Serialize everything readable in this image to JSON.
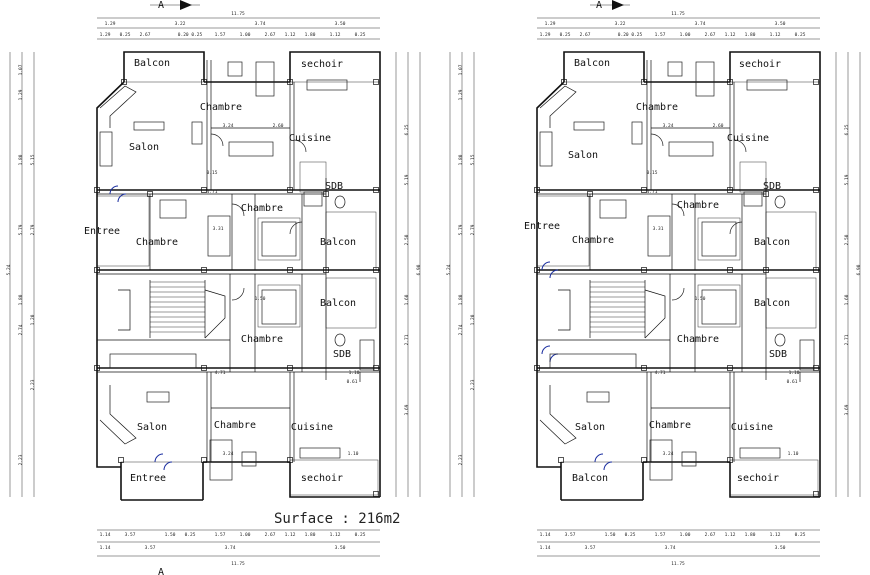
{
  "section_marker": "A",
  "surface_label": "Surface : 216m2",
  "plans": [
    {
      "rooms": [
        {
          "id": "balcon-top",
          "label": "Balcon"
        },
        {
          "id": "chambre-1",
          "label": "Chambre"
        },
        {
          "id": "sechoir-top",
          "label": "sechoir"
        },
        {
          "id": "salon-1",
          "label": "Salon"
        },
        {
          "id": "cuisine-1",
          "label": "Cuisine"
        },
        {
          "id": "sdb-1",
          "label": "SDB"
        },
        {
          "id": "entree-1",
          "label": "Entree"
        },
        {
          "id": "chambre-2",
          "label": "Chambre"
        },
        {
          "id": "chambre-3",
          "label": "Chambre"
        },
        {
          "id": "balcon-mid-1",
          "label": "Balcon"
        },
        {
          "id": "balcon-mid-2",
          "label": "Balcon"
        },
        {
          "id": "chambre-4",
          "label": "Chambre"
        },
        {
          "id": "sdb-2",
          "label": "SDB"
        },
        {
          "id": "salon-2",
          "label": "Salon"
        },
        {
          "id": "chambre-5",
          "label": "Chambre"
        },
        {
          "id": "cuisine-2",
          "label": "Cuisine"
        },
        {
          "id": "entree-2",
          "label": "Entree"
        },
        {
          "id": "sechoir-bottom",
          "label": "sechoir"
        }
      ],
      "top_total": "11.75",
      "top_dims": [
        "1.29",
        "3.22",
        "3.74",
        "3.50"
      ],
      "top_sub_dims": [
        "1.29",
        "0.25",
        "2.67",
        "0.20 0.25",
        "1.57",
        "1.00",
        "2.67",
        "1.12",
        "1.80",
        "1.12",
        "0.25"
      ],
      "bottom_dims": [
        "1.14",
        "3.57",
        "1.50",
        "0.25",
        "1.57",
        "1.00",
        "2.67",
        "1.12",
        "1.80",
        "1.12",
        "0.25"
      ],
      "bottom_sub_dims": [
        "1.14",
        "3.57",
        "3.74",
        "3.50"
      ],
      "bottom_total": "11.75",
      "left_dims": [
        "1.07",
        "1.29",
        "1.80",
        "5.15",
        "5.79",
        "2.79",
        "5.24",
        "1.80",
        "1.20",
        "2.74",
        "2.23",
        "2.23"
      ],
      "right_dims": [
        "6.25",
        "5.19",
        "2.50",
        "1.60",
        "2.71",
        "3.69",
        "6.90"
      ],
      "inner_dims": [
        "3.24",
        "2.60",
        "0.15",
        "4.71",
        "3.31",
        "1.50",
        "3.24",
        "1.10",
        "4.71",
        "1.10",
        "0.61"
      ]
    },
    {
      "rooms": [
        {
          "id": "balcon-top",
          "label": "Balcon"
        },
        {
          "id": "chambre-1",
          "label": "Chambre"
        },
        {
          "id": "sechoir-top",
          "label": "sechoir"
        },
        {
          "id": "salon-1",
          "label": "Salon"
        },
        {
          "id": "cuisine-1",
          "label": "Cuisine"
        },
        {
          "id": "sdb-1",
          "label": "SDB"
        },
        {
          "id": "entree-1",
          "label": "Entree"
        },
        {
          "id": "chambre-2",
          "label": "Chambre"
        },
        {
          "id": "chambre-3",
          "label": "Chambre"
        },
        {
          "id": "balcon-mid-1",
          "label": "Balcon"
        },
        {
          "id": "balcon-mid-2",
          "label": "Balcon"
        },
        {
          "id": "chambre-4",
          "label": "Chambre"
        },
        {
          "id": "sdb-2",
          "label": "SDB"
        },
        {
          "id": "salon-2",
          "label": "Salon"
        },
        {
          "id": "chambre-5",
          "label": "Chambre"
        },
        {
          "id": "cuisine-2",
          "label": "Cuisine"
        },
        {
          "id": "balcon-bottom",
          "label": "Balcon"
        },
        {
          "id": "sechoir-bottom",
          "label": "sechoir"
        }
      ],
      "top_total": "11.75",
      "top_dims": [
        "1.29",
        "3.22",
        "3.74",
        "3.50"
      ],
      "top_sub_dims": [
        "1.29",
        "0.25",
        "2.67",
        "0.20 0.25",
        "1.57",
        "1.00",
        "2.67",
        "1.12",
        "1.80",
        "1.12",
        "0.25"
      ],
      "bottom_dims": [
        "1.14",
        "3.57",
        "1.50",
        "0.25",
        "1.57",
        "1.00",
        "2.67",
        "1.12",
        "1.80",
        "1.12",
        "0.25"
      ],
      "bottom_sub_dims": [
        "1.14",
        "3.57",
        "3.74",
        "3.50"
      ],
      "bottom_total": "11.75",
      "left_dims": [
        "1.07",
        "1.29",
        "1.80",
        "5.15",
        "5.79",
        "2.79",
        "5.24",
        "1.80",
        "1.20",
        "2.74",
        "2.23",
        "2.23"
      ],
      "right_dims": [
        "6.25",
        "5.19",
        "2.50",
        "1.60",
        "2.71",
        "3.69",
        "6.90"
      ],
      "inner_dims": [
        "3.24",
        "2.60",
        "0.15",
        "4.71",
        "3.31",
        "1.50",
        "3.24",
        "1.10",
        "4.71",
        "1.10",
        "0.61"
      ]
    }
  ]
}
